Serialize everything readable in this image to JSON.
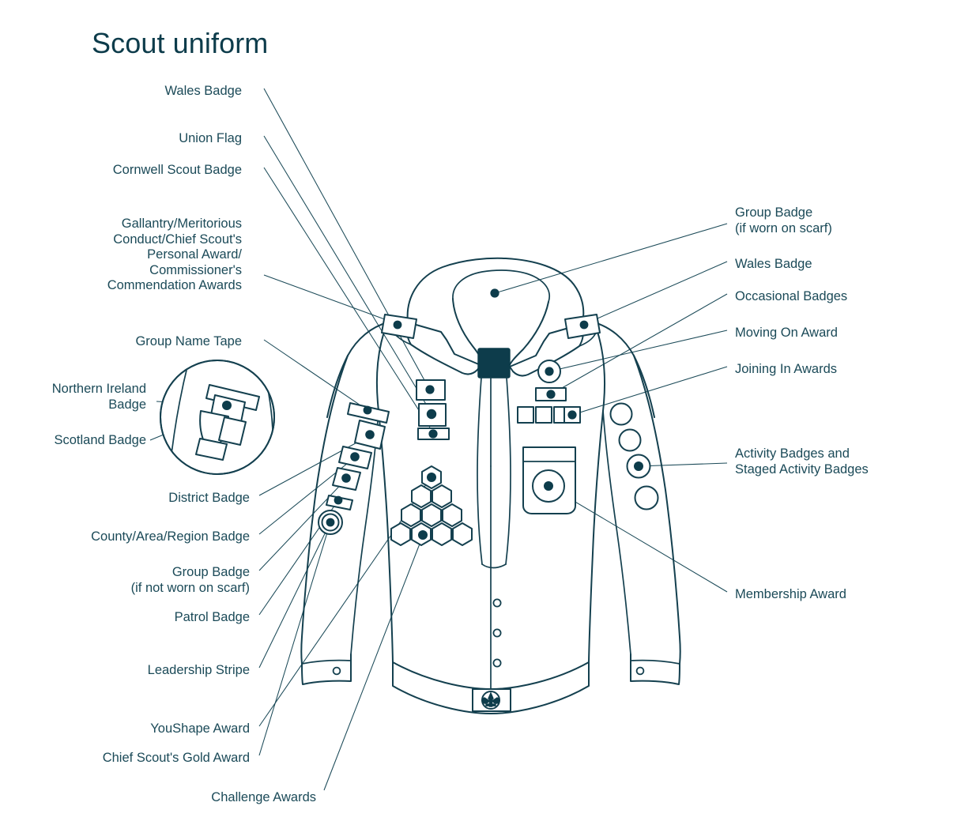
{
  "header": {
    "title": "Scout uniform"
  },
  "theme": {
    "ink": "#0d3c4b",
    "line": "#1b4a58",
    "background": "#ffffff"
  },
  "diagram": {
    "subject": "scout-uniform-shirt",
    "magnifier_present": true
  },
  "labels_left": [
    {
      "id": "wales-badge",
      "text": "Wales Badge"
    },
    {
      "id": "union-flag",
      "text": "Union Flag"
    },
    {
      "id": "cornwell-scout-badge",
      "text": "Cornwell Scout Badge"
    },
    {
      "id": "gallantry-awards",
      "text": "Gallantry/Meritorious\nConduct/Chief Scout's\nPersonal Award/\nCommissioner's\nCommendation Awards"
    },
    {
      "id": "group-name-tape",
      "text": "Group Name Tape"
    },
    {
      "id": "northern-ireland-badge",
      "text": "Northern Ireland\nBadge"
    },
    {
      "id": "scotland-badge",
      "text": "Scotland Badge"
    },
    {
      "id": "district-badge",
      "text": "District Badge"
    },
    {
      "id": "county-area-region",
      "text": "County/Area/Region Badge"
    },
    {
      "id": "group-badge-not-scarf",
      "text": "Group Badge\n(if not worn on scarf)"
    },
    {
      "id": "patrol-badge",
      "text": "Patrol Badge"
    },
    {
      "id": "leadership-stripe",
      "text": "Leadership Stripe"
    },
    {
      "id": "youshape-award",
      "text": "YouShape Award"
    },
    {
      "id": "chief-scouts-gold",
      "text": "Chief Scout's Gold Award"
    },
    {
      "id": "challenge-awards",
      "text": "Challenge Awards"
    }
  ],
  "labels_right": [
    {
      "id": "group-badge-scarf",
      "text": "Group Badge\n(if worn on scarf)"
    },
    {
      "id": "wales-badge-right",
      "text": "Wales Badge"
    },
    {
      "id": "occasional-badges",
      "text": "Occasional Badges"
    },
    {
      "id": "moving-on-award",
      "text": "Moving On Award"
    },
    {
      "id": "joining-in-awards",
      "text": "Joining In Awards"
    },
    {
      "id": "activity-badges",
      "text": "Activity Badges and\nStaged Activity Badges"
    },
    {
      "id": "membership-award",
      "text": "Membership Award"
    }
  ]
}
